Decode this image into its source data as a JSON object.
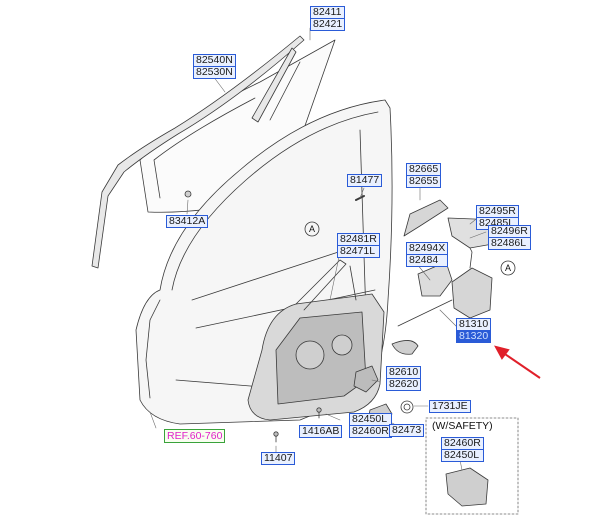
{
  "labels": {
    "l82411": "82411",
    "l82421": "82421",
    "l82540N": "82540N",
    "l82530N": "82530N",
    "l81477": "81477",
    "l83412A": "83412A",
    "l82665": "82665",
    "l82655": "82655",
    "l82495R": "82495R",
    "l82485L": "82485L",
    "l82496R": "82496R",
    "l82486L": "82486L",
    "l82481R": "82481R",
    "l82471L": "82471L",
    "l82494X": "82494X",
    "l82484": "82484",
    "l81310": "81310",
    "l81320": "81320",
    "l82610": "82610",
    "l82620": "82620",
    "l1731JE": "1731JE",
    "l82450L": "82450L",
    "l82460R": "82460R",
    "l1416AB": "1416AB",
    "l82473": "82473",
    "l11407": "11407",
    "l82460R_b": "82460R",
    "l82450L_b": "82450L"
  },
  "ref": "REF.60-760",
  "safety": "(W/SAFETY)",
  "callout_A": "A",
  "colors": {
    "label_border": "#2a5bd7",
    "label_fill": "#e9f0ff",
    "ref_text": "#e020c8",
    "ref_border": "#39a23a",
    "arrow": "#e0202a"
  }
}
